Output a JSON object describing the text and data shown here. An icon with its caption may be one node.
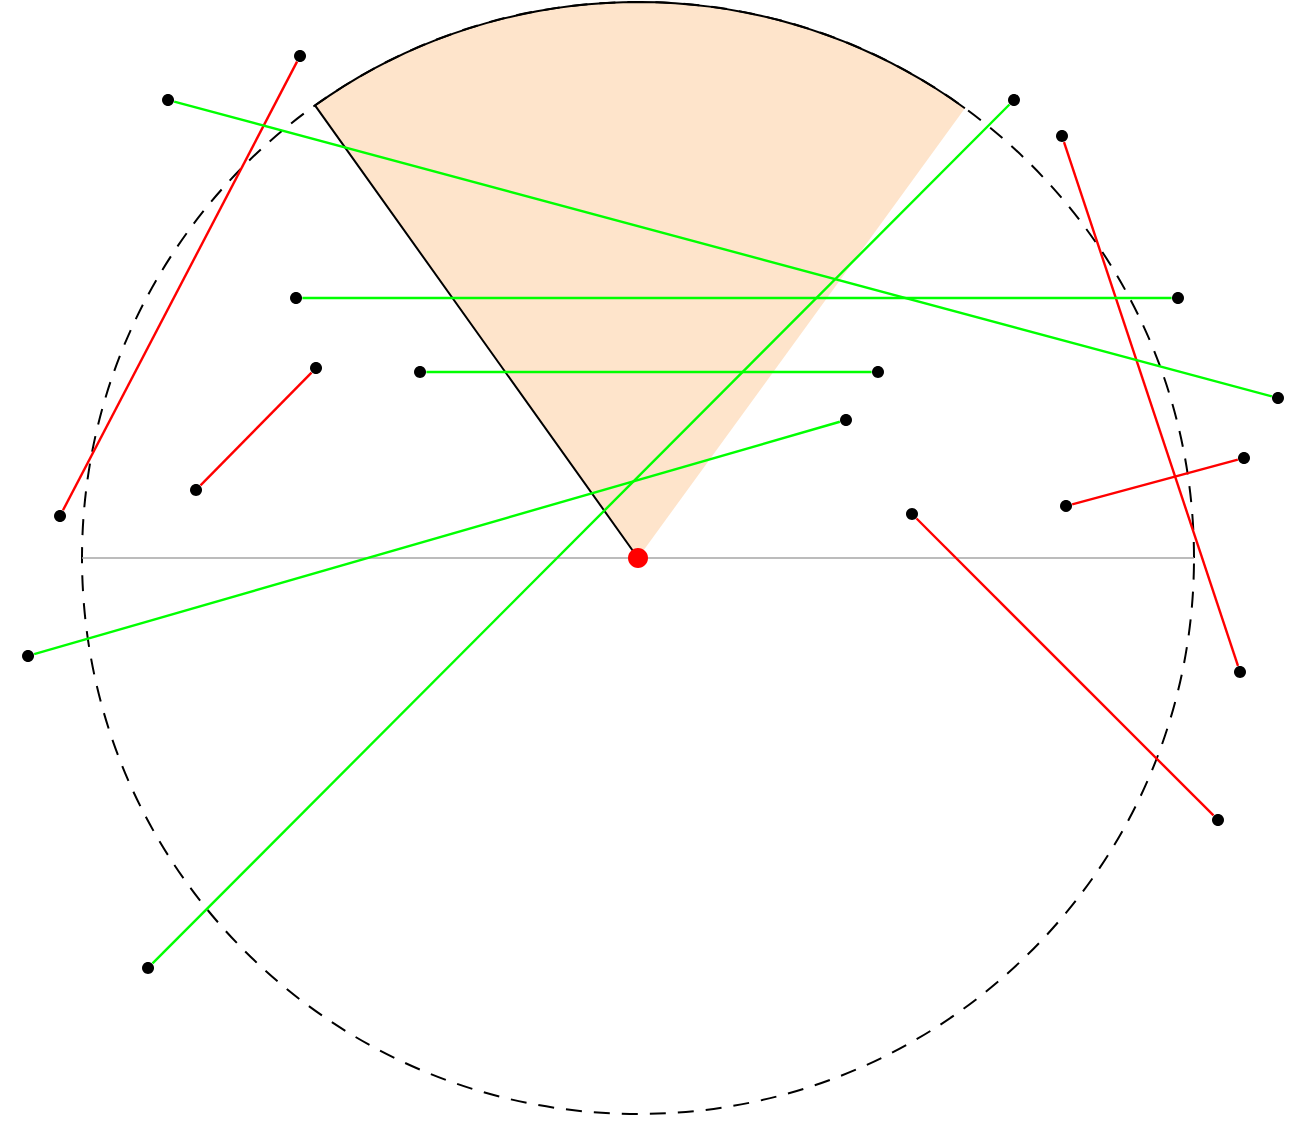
{
  "diagram": {
    "nodes": [
      {
        "text": [],
        "shape": "circle"
      },
      {
        "text": [],
        "shape": "circle"
      },
      {
        "text": [],
        "shape": "circle"
      },
      {
        "text": [],
        "shape": "circle"
      },
      {
        "text": [],
        "shape": "circle"
      },
      {
        "text": [],
        "shape": "circle"
      },
      {
        "text": [],
        "shape": "circle"
      },
      {
        "text": [],
        "shape": "circle"
      },
      {
        "text": [],
        "shape": "circle"
      },
      {
        "text": [],
        "shape": "circle"
      },
      {
        "text": [],
        "shape": "circle"
      },
      {
        "text": [],
        "shape": "circle"
      },
      {
        "text": [],
        "shape": "circle"
      },
      {
        "text": [],
        "shape": "circle"
      },
      {
        "text": [],
        "shape": "circle"
      },
      {
        "text": [],
        "shape": "circle"
      },
      {
        "text": [],
        "shape": "circle"
      },
      {
        "text": [],
        "shape": "circle"
      },
      {
        "text": [],
        "shape": "circle"
      },
      {
        "text": [],
        "shape": "circle"
      }
    ],
    "edges": [
      {
        "from": 6,
        "to": 1,
        "arrow": "none",
        "color": "#ff0000"
      },
      {
        "from": 7,
        "to": 4,
        "arrow": "none",
        "color": "#ff0000"
      },
      {
        "from": 13,
        "to": 17,
        "arrow": "none",
        "color": "#ff0000"
      },
      {
        "from": 14,
        "to": 18,
        "arrow": "none",
        "color": "#ff0000"
      },
      {
        "from": 11,
        "to": 16,
        "arrow": "none",
        "color": "#ff0000"
      },
      {
        "from": 3,
        "to": 19,
        "arrow": "none",
        "color": "#00ff00"
      },
      {
        "from": 5,
        "to": 15,
        "arrow": "none",
        "color": "#00ff00"
      },
      {
        "from": 8,
        "to": 10,
        "arrow": "none",
        "color": "#00ff00"
      },
      {
        "from": 12,
        "to": 2,
        "arrow": "none",
        "color": "#00ff00"
      },
      {
        "from": 9,
        "to": 0,
        "arrow": "none",
        "color": "#00ff00"
      }
    ]
  }
}
